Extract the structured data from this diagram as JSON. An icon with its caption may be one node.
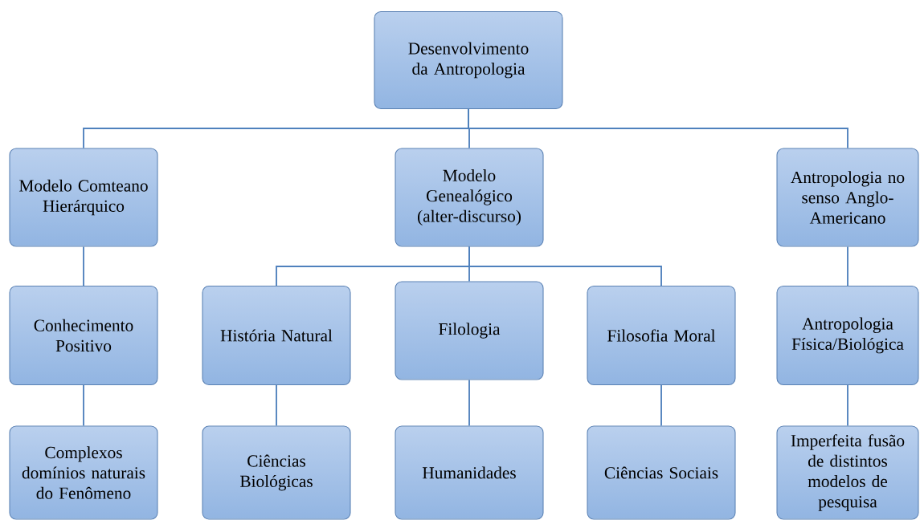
{
  "diagram": {
    "nodes": [
      {
        "text": [
          "Desenvolvimento da Antropologia"
        ]
      },
      {
        "text": [
          "Modelo Comteano Hierárquico"
        ]
      },
      {
        "text": [
          "Modelo Genealógico (alter-discurso)"
        ]
      },
      {
        "text": [
          "Antropologia no senso Anglo-Americano"
        ]
      },
      {
        "text": [
          "Conhecimento Positivo"
        ]
      },
      {
        "text": [
          "História Natural"
        ]
      },
      {
        "text": [
          "Filologia"
        ]
      },
      {
        "text": [
          "Filosofia Moral"
        ]
      },
      {
        "text": [
          "Antropologia Física/Biológica"
        ]
      },
      {
        "text": [
          "Complexos domínios naturais do Fenômeno"
        ]
      },
      {
        "text": [
          "Ciências Biológicas"
        ]
      },
      {
        "text": [
          "Humanidades"
        ]
      },
      {
        "text": [
          "Ciências Sociais"
        ]
      },
      {
        "text": [
          "Imperfeita fusão de distintos modelos de pesquisa"
        ]
      }
    ],
    "edges": [
      {
        "from": 0,
        "to": 1,
        "arrow": "none"
      },
      {
        "from": 0,
        "to": 2,
        "arrow": "none"
      },
      {
        "from": 0,
        "to": 3,
        "arrow": "none"
      },
      {
        "from": 1,
        "to": 4,
        "arrow": "none"
      },
      {
        "from": 2,
        "to": 5,
        "arrow": "none"
      },
      {
        "from": 2,
        "to": 6,
        "arrow": "none"
      },
      {
        "from": 2,
        "to": 7,
        "arrow": "none"
      },
      {
        "from": 3,
        "to": 8,
        "arrow": "none"
      },
      {
        "from": 4,
        "to": 9,
        "arrow": "none"
      },
      {
        "from": 5,
        "to": 10,
        "arrow": "none"
      },
      {
        "from": 6,
        "to": 11,
        "arrow": "none"
      },
      {
        "from": 7,
        "to": 12,
        "arrow": "none"
      },
      {
        "from": 8,
        "to": 13,
        "arrow": "none"
      }
    ]
  }
}
